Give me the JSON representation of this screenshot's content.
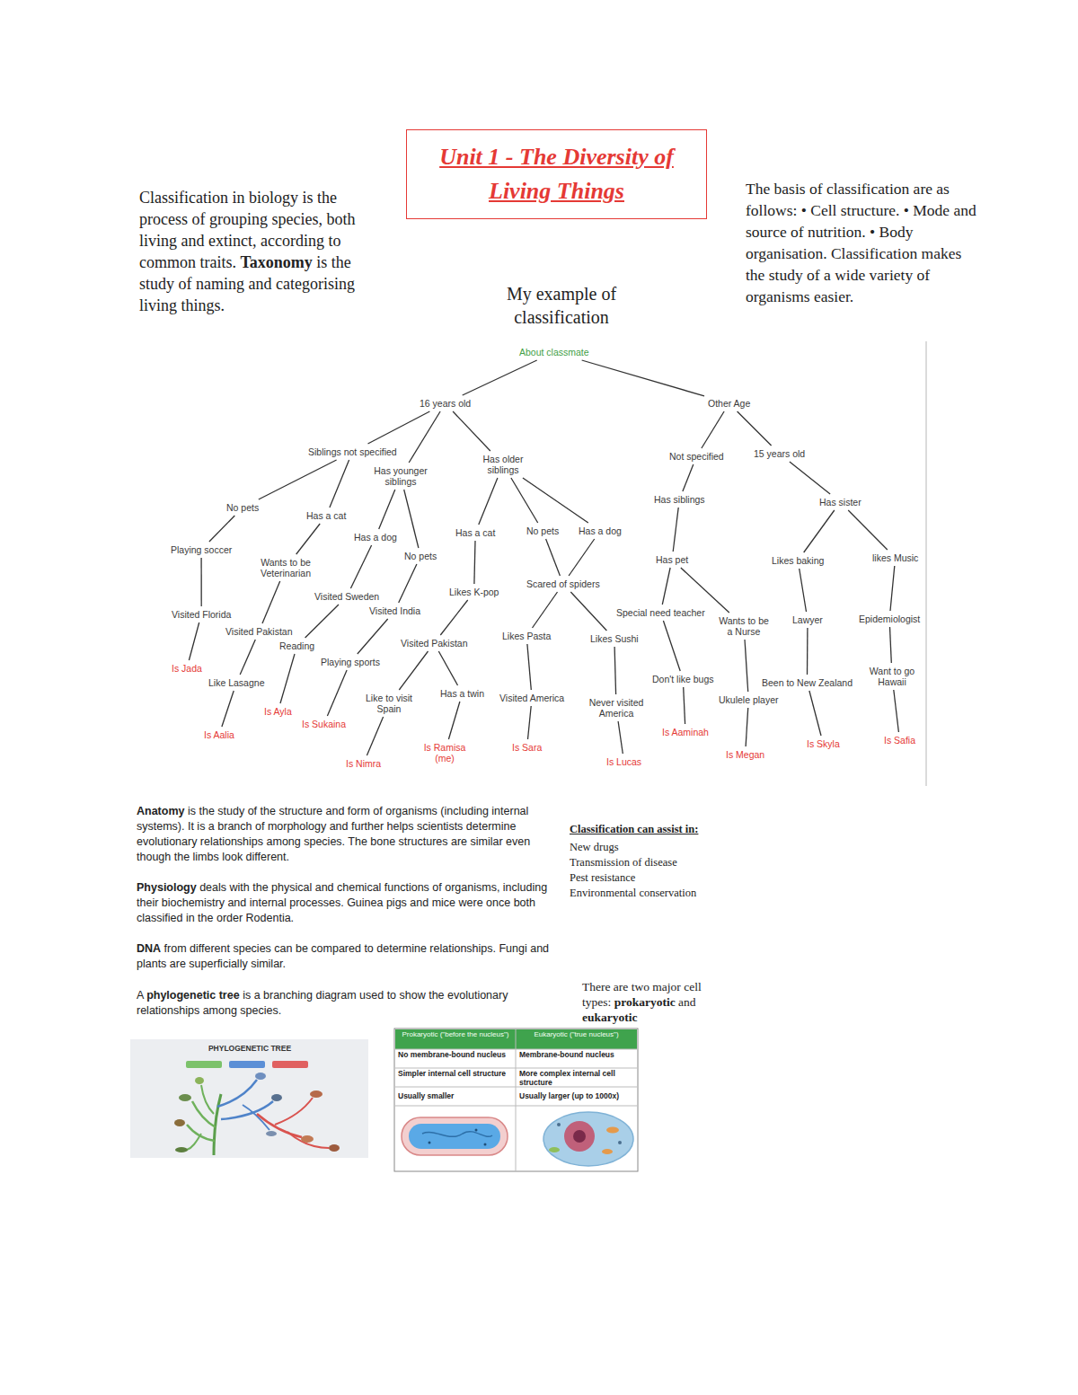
{
  "diagram": {
    "nodes": [
      {
        "text": [
          "Unit 1 - The Diversity of Living Things"
        ]
      },
      {
        "text": [
          "About classmate"
        ]
      },
      {
        "text": [
          "16 years old"
        ]
      },
      {
        "text": [
          "Siblings not specified"
        ]
      },
      {
        "text": [
          "No pets"
        ]
      },
      {
        "text": [
          "Playing soccer"
        ]
      },
      {
        "text": [
          "Visited Florida"
        ]
      },
      {
        "text": [
          "Is Jada"
        ]
      },
      {
        "text": [
          "Has a cat"
        ]
      },
      {
        "text": [
          "Wants to be Veterinarian"
        ]
      },
      {
        "text": [
          "Visited Pakistan"
        ]
      },
      {
        "text": [
          "Like Lasagne"
        ]
      },
      {
        "text": [
          "Is Aalia"
        ]
      },
      {
        "text": [
          "Has younger siblings"
        ]
      },
      {
        "text": [
          "Has a dog"
        ]
      },
      {
        "text": [
          "Visited Sweden"
        ]
      },
      {
        "text": [
          "Reading"
        ]
      },
      {
        "text": [
          "Is Ayla"
        ]
      },
      {
        "text": [
          "No pets"
        ]
      },
      {
        "text": [
          "Visited India"
        ]
      },
      {
        "text": [
          "Playing sports"
        ]
      },
      {
        "text": [
          "Is Sukaina"
        ]
      },
      {
        "text": [
          "Has older siblings"
        ]
      },
      {
        "text": [
          "Has a cat"
        ]
      },
      {
        "text": [
          "Likes K-pop"
        ]
      },
      {
        "text": [
          "Visited Pakistan"
        ]
      },
      {
        "text": [
          "Like to visit Spain"
        ]
      },
      {
        "text": [
          "Is Nimra"
        ]
      },
      {
        "text": [
          "Has a twin"
        ]
      },
      {
        "text": [
          "Is Ramisa (me)"
        ]
      },
      {
        "text": [
          "No pets"
        ]
      },
      {
        "text": [
          "Has a dog"
        ]
      },
      {
        "text": [
          "Scared of spiders"
        ]
      },
      {
        "text": [
          "Likes Pasta"
        ]
      },
      {
        "text": [
          "Visited America"
        ]
      },
      {
        "text": [
          "Is Sara"
        ]
      },
      {
        "text": [
          "Likes Sushi"
        ]
      },
      {
        "text": [
          "Never visited America"
        ]
      },
      {
        "text": [
          "Is Lucas"
        ]
      },
      {
        "text": [
          "Other Age"
        ]
      },
      {
        "text": [
          "Not specified"
        ]
      },
      {
        "text": [
          "Has siblings"
        ]
      },
      {
        "text": [
          "Has pet"
        ]
      },
      {
        "text": [
          "Special need teacher"
        ]
      },
      {
        "text": [
          "Don't like bugs"
        ]
      },
      {
        "text": [
          "Is Aaminah"
        ]
      },
      {
        "text": [
          "Wants to be a Nurse"
        ]
      },
      {
        "text": [
          "Ukulele player"
        ]
      },
      {
        "text": [
          "Is Megan"
        ]
      },
      {
        "text": [
          "15 years old"
        ]
      },
      {
        "text": [
          "Has sister"
        ]
      },
      {
        "text": [
          "Likes baking"
        ]
      },
      {
        "text": [
          "Lawyer"
        ]
      },
      {
        "text": [
          "Been to New Zealand"
        ]
      },
      {
        "text": [
          "Is Skyla"
        ]
      },
      {
        "text": [
          "likes Music"
        ]
      },
      {
        "text": [
          "Epidemiologist"
        ]
      },
      {
        "text": [
          "Want to go Hawaii"
        ]
      },
      {
        "text": [
          "Is Safia"
        ]
      }
    ],
    "edges": [
      {
        "from": 1,
        "to": 2,
        "arrow": "none"
      },
      {
        "from": 1,
        "to": 39,
        "arrow": "none"
      },
      {
        "from": 2,
        "to": 3,
        "arrow": "none"
      },
      {
        "from": 2,
        "to": 13,
        "arrow": "none"
      },
      {
        "from": 2,
        "to": 22,
        "arrow": "none"
      },
      {
        "from": 3,
        "to": 4,
        "arrow": "none"
      },
      {
        "from": 4,
        "to": 5,
        "arrow": "none"
      },
      {
        "from": 5,
        "to": 6,
        "arrow": "none"
      },
      {
        "from": 6,
        "to": 7,
        "arrow": "none"
      },
      {
        "from": 3,
        "to": 8,
        "arrow": "none"
      },
      {
        "from": 8,
        "to": 9,
        "arrow": "none"
      },
      {
        "from": 9,
        "to": 10,
        "arrow": "none"
      },
      {
        "from": 10,
        "to": 11,
        "arrow": "none"
      },
      {
        "from": 11,
        "to": 12,
        "arrow": "none"
      },
      {
        "from": 13,
        "to": 14,
        "arrow": "none"
      },
      {
        "from": 14,
        "to": 15,
        "arrow": "none"
      },
      {
        "from": 15,
        "to": 16,
        "arrow": "none"
      },
      {
        "from": 16,
        "to": 17,
        "arrow": "none"
      },
      {
        "from": 13,
        "to": 18,
        "arrow": "none"
      },
      {
        "from": 18,
        "to": 19,
        "arrow": "none"
      },
      {
        "from": 19,
        "to": 20,
        "arrow": "none"
      },
      {
        "from": 20,
        "to": 21,
        "arrow": "none"
      },
      {
        "from": 22,
        "to": 23,
        "arrow": "none"
      },
      {
        "from": 23,
        "to": 24,
        "arrow": "none"
      },
      {
        "from": 24,
        "to": 25,
        "arrow": "none"
      },
      {
        "from": 25,
        "to": 26,
        "arrow": "none"
      },
      {
        "from": 26,
        "to": 27,
        "arrow": "none"
      },
      {
        "from": 25,
        "to": 28,
        "arrow": "none"
      },
      {
        "from": 28,
        "to": 29,
        "arrow": "none"
      },
      {
        "from": 22,
        "to": 30,
        "arrow": "none"
      },
      {
        "from": 22,
        "to": 31,
        "arrow": "none"
      },
      {
        "from": 30,
        "to": 32,
        "arrow": "none"
      },
      {
        "from": 31,
        "to": 32,
        "arrow": "none"
      },
      {
        "from": 32,
        "to": 33,
        "arrow": "none"
      },
      {
        "from": 33,
        "to": 34,
        "arrow": "none"
      },
      {
        "from": 34,
        "to": 35,
        "arrow": "none"
      },
      {
        "from": 32,
        "to": 36,
        "arrow": "none"
      },
      {
        "from": 36,
        "to": 37,
        "arrow": "none"
      },
      {
        "from": 37,
        "to": 38,
        "arrow": "none"
      },
      {
        "from": 39,
        "to": 40,
        "arrow": "none"
      },
      {
        "from": 40,
        "to": 41,
        "arrow": "none"
      },
      {
        "from": 41,
        "to": 42,
        "arrow": "none"
      },
      {
        "from": 42,
        "to": 43,
        "arrow": "none"
      },
      {
        "from": 43,
        "to": 44,
        "arrow": "none"
      },
      {
        "from": 44,
        "to": 45,
        "arrow": "none"
      },
      {
        "from": 42,
        "to": 46,
        "arrow": "none"
      },
      {
        "from": 46,
        "to": 47,
        "arrow": "none"
      },
      {
        "from": 47,
        "to": 48,
        "arrow": "none"
      },
      {
        "from": 39,
        "to": 49,
        "arrow": "none"
      },
      {
        "from": 49,
        "to": 50,
        "arrow": "none"
      },
      {
        "from": 50,
        "to": 51,
        "arrow": "none"
      },
      {
        "from": 51,
        "to": 52,
        "arrow": "none"
      },
      {
        "from": 52,
        "to": 53,
        "arrow": "none"
      },
      {
        "from": 53,
        "to": 54,
        "arrow": "none"
      },
      {
        "from": 50,
        "to": 55,
        "arrow": "none"
      },
      {
        "from": 55,
        "to": 56,
        "arrow": "none"
      },
      {
        "from": 56,
        "to": 57,
        "arrow": "none"
      },
      {
        "from": 57,
        "to": 58,
        "arrow": "none"
      }
    ],
    "labels": [
      "Classification in biology is the process of grouping species, both living and extinct, according to common traits.",
      "Taxonomy",
      "is the study of naming and categorising living things.",
      "The basis of classification are as follows: • Cell structure. • Mode and source of nutrition. • Body organisation. Classification makes the study of a wide variety of organisms easier.",
      "My example of classification",
      "Anatomy",
      "is the study of the structure and form of organisms (including internal systems). It is a branch of morphology and further helps scientists determine evolutionary relationships among species. The bone structures are similar even though the limbs look different.",
      "Physiology",
      "deals with the physical and chemical functions of organisms, including their biochemistry and internal processes. Guinea pigs and mice were once both classified in the order Rodentia.",
      "DNA",
      "from different species can be compared to determine relationships. Fungi and plants are superficially similar.",
      "A",
      "phylogenetic tree",
      "is a branching diagram used to show the evolutionary relationships among species.",
      "Classification can assist in:",
      "New drugs",
      "Transmission of disease",
      "Pest resistance",
      "Environmental conservation",
      "There are two major cell types:",
      "prokaryotic",
      "and",
      "eukaryotic",
      "PHYLOGENETIC TREE",
      "Prokaryotic (\"before the nucleus\")",
      "Eukaryotic (\"true nucleus\")",
      "No membrane-bound nucleus",
      "Membrane-bound nucleus",
      "Simpler internal cell structure",
      "More complex internal cell structure",
      "Usually smaller",
      "Usually larger (up to 1000x)"
    ]
  }
}
